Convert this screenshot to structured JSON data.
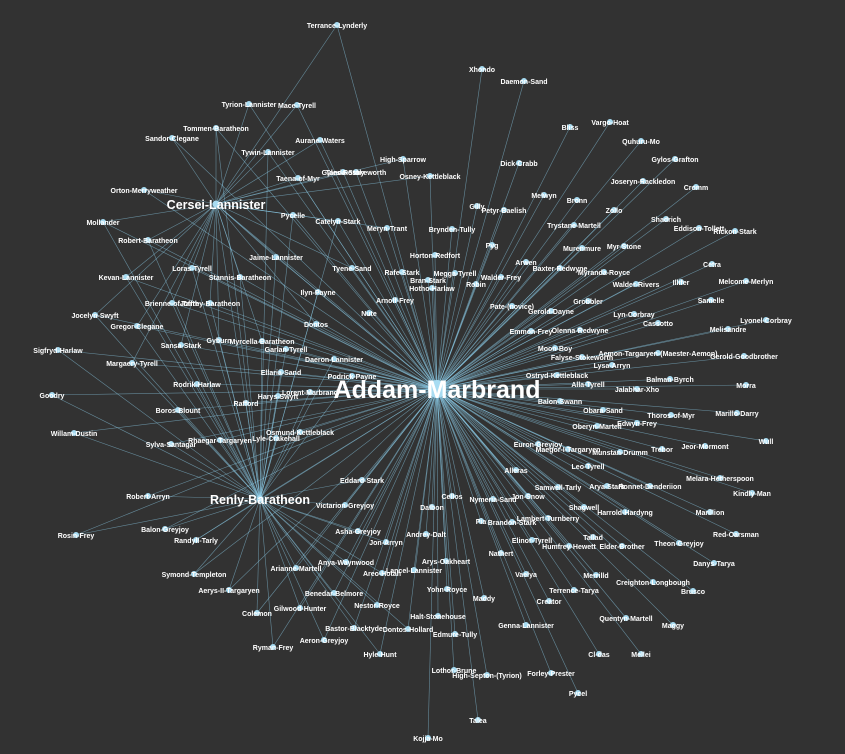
{
  "graph": {
    "colors": {
      "background": "#323232",
      "edge": "#8fd4f0",
      "node": "#a8dcf2",
      "label": "#ffffff"
    },
    "hubs": [
      "Addam-Marbrand",
      "Renly-Baratheon",
      "Cersei-Lannister"
    ],
    "nodes": [
      {
        "id": "Addam-Marbrand",
        "label": "Addam-Marbrand",
        "hub": true
      },
      {
        "id": "Renly-Baratheon",
        "label": "Renly-Baratheon",
        "hub": true
      },
      {
        "id": "Cersei-Lannister",
        "label": "Cersei-Lannister",
        "hub": true
      },
      {
        "id": "Terrance-Lynderly",
        "label": "Terrance-Lynderly"
      },
      {
        "id": "Xhondo",
        "label": "Xhondo"
      },
      {
        "id": "Daemon-Sand",
        "label": "Daemon-Sand"
      },
      {
        "id": "Tyrion-Lannister",
        "label": "Tyrion-Lannister"
      },
      {
        "id": "Mace-Tyrell",
        "label": "Mace-Tyrell"
      },
      {
        "id": "Tommen-Baratheon",
        "label": "Tommen-Baratheon"
      },
      {
        "id": "Sandor-Clegane",
        "label": "Sandor-Clegane"
      },
      {
        "id": "Aurane-Waters",
        "label": "Aurane-Waters"
      },
      {
        "id": "Tywin-Lannister",
        "label": "Tywin-Lannister"
      },
      {
        "id": "High-Sparrow",
        "label": "High-Sparrow"
      },
      {
        "id": "Tanda-Stokeworth",
        "label": "Tanda-Stokeworth"
      },
      {
        "id": "Taena-of-Myr",
        "label": "Taena-of-Myr"
      },
      {
        "id": "Gyles-Rosby",
        "label": "Gyles-Rosby"
      },
      {
        "id": "Osney-Kettleblack",
        "label": "Osney-Kettleblack"
      },
      {
        "id": "Orton-Merryweather",
        "label": "Orton-Merryweather"
      },
      {
        "id": "Mollander",
        "label": "Mollander"
      },
      {
        "id": "Robert-Baratheon",
        "label": "Robert-Baratheon"
      },
      {
        "id": "Pycelle",
        "label": "Pycelle"
      },
      {
        "id": "Catelyn-Stark",
        "label": "Catelyn-Stark"
      },
      {
        "id": "Meryn-Trant",
        "label": "Meryn-Trant"
      },
      {
        "id": "Brynden-Tully",
        "label": "Brynden-Tully"
      },
      {
        "id": "Loras-Tyrell",
        "label": "Loras-Tyrell"
      },
      {
        "id": "Kevan-Lannister",
        "label": "Kevan-Lannister"
      },
      {
        "id": "Jaime-Lannister",
        "label": "Jaime-Lannister"
      },
      {
        "id": "Stannis-Baratheon",
        "label": "Stannis-Baratheon"
      },
      {
        "id": "Tyene-Sand",
        "label": "Tyene-Sand"
      },
      {
        "id": "Rafe-Stark",
        "label": "Rafe-Stark"
      },
      {
        "id": "Horton-Redfort",
        "label": "Horton-Redfort"
      },
      {
        "id": "Bran-Stark",
        "label": "Bran-Stark"
      },
      {
        "id": "Joffrey-Baratheon",
        "label": "Joffrey-Baratheon"
      },
      {
        "id": "Brienne-of-Tarth",
        "label": "Brienne-of-Tarth"
      },
      {
        "id": "Ilyn-Payne",
        "label": "Ilyn-Payne"
      },
      {
        "id": "Arnolf-Frey",
        "label": "Arnolf-Frey"
      },
      {
        "id": "Jocelyn-Swyft",
        "label": "Jocelyn-Swyft"
      },
      {
        "id": "Gregor-Clegane",
        "label": "Gregor-Clegane"
      },
      {
        "id": "Dontos",
        "label": "Dontos"
      },
      {
        "id": "Nute",
        "label": "Nute"
      },
      {
        "id": "Sansa-Stark",
        "label": "Sansa-Stark"
      },
      {
        "id": "Gyburn",
        "label": "Gyburn"
      },
      {
        "id": "Myrcella-Baratheon",
        "label": "Myrcella-Baratheon"
      },
      {
        "id": "Garlan-Tyrell",
        "label": "Garlan-Tyrell"
      },
      {
        "id": "Sigfryd-Harlaw",
        "label": "Sigfryd-Harlaw"
      },
      {
        "id": "Margaery-Tyrell",
        "label": "Margaery-Tyrell"
      },
      {
        "id": "Daeron-Lannister",
        "label": "Daeron-Lannister"
      },
      {
        "id": "Podrick-Payne",
        "label": "Podrick-Payne"
      },
      {
        "id": "Ellaria-Sand",
        "label": "Ellaria-Sand"
      },
      {
        "id": "Rodrik-Harlaw",
        "label": "Rodrik-Harlaw"
      },
      {
        "id": "Goodry",
        "label": "Goodry"
      },
      {
        "id": "Harys-Swyft",
        "label": "Harys-Swyft"
      },
      {
        "id": "Boros-Blount",
        "label": "Boros-Blount"
      },
      {
        "id": "Rafford",
        "label": "Rafford"
      },
      {
        "id": "Lorent-Marbrand",
        "label": "Lorent-Marbrand"
      },
      {
        "id": "Osmund-Kettleblack",
        "label": "Osmund-Kettleblack"
      },
      {
        "id": "Willam-Dustin",
        "label": "Willam-Dustin"
      },
      {
        "id": "Sylva-Santagar",
        "label": "Sylva-Santagar"
      },
      {
        "id": "Rhaegar-Targaryen",
        "label": "Rhaegar-Targaryen"
      },
      {
        "id": "Lyle-Crakehall",
        "label": "Lyle-Crakehall"
      },
      {
        "id": "Balon-Greyjoy",
        "label": "Balon-Greyjoy"
      },
      {
        "id": "Robert-Arryn",
        "label": "Robert-Arryn"
      },
      {
        "id": "Rosin-Frey",
        "label": "Rosin-Frey"
      },
      {
        "id": "Randyll-Tarly",
        "label": "Randyll-Tarly"
      },
      {
        "id": "Symond-Templeton",
        "label": "Symond-Templeton"
      },
      {
        "id": "Aerys-II-Targaryen",
        "label": "Aerys-II-Targaryen"
      },
      {
        "id": "Arianne-Martell",
        "label": "Arianne-Martell"
      },
      {
        "id": "Colemon",
        "label": "Colemon"
      },
      {
        "id": "Gilwood-Hunter",
        "label": "Gilwood-Hunter"
      },
      {
        "id": "Benedar-Belmore",
        "label": "Benedar-Belmore"
      },
      {
        "id": "Anya-Waynwood",
        "label": "Anya-Waynwood"
      },
      {
        "id": "Aeron-Greyjoy",
        "label": "Aeron-Greyjoy"
      },
      {
        "id": "Ryman-Frey",
        "label": "Ryman-Frey"
      },
      {
        "id": "Eddard-Stark",
        "label": "Eddard-Stark"
      },
      {
        "id": "Victarion-Greyjoy",
        "label": "Victarion-Greyjoy"
      },
      {
        "id": "Asha-Greyjoy",
        "label": "Asha-Greyjoy"
      },
      {
        "id": "Jon-Arryn",
        "label": "Jon-Arryn"
      },
      {
        "id": "Areo-Hotah",
        "label": "Areo-Hotah"
      },
      {
        "id": "Lancel-Lannister",
        "label": "Lancel-Lannister"
      },
      {
        "id": "Nestor-Royce",
        "label": "Nestor-Royce"
      },
      {
        "id": "Bastor-Blacktyde",
        "label": "Bastor-Blacktyde"
      },
      {
        "id": "Hyle-Hunt",
        "label": "Hyle-Hunt"
      },
      {
        "id": "Dontos-Hollard",
        "label": "Dontos-Hollard"
      },
      {
        "id": "Halt-Stonehouse",
        "label": "Halt-Stonehouse"
      },
      {
        "id": "Edmure-Tully",
        "label": "Edmure-Tully"
      },
      {
        "id": "Andrey-Dalt",
        "label": "Andrey-Dalt"
      },
      {
        "id": "Arys-Oakheart",
        "label": "Arys-Oakheart"
      },
      {
        "id": "Yohn-Royce",
        "label": "Yohn-Royce"
      },
      {
        "id": "Maddy",
        "label": "Maddy"
      },
      {
        "id": "Lothor-Brune",
        "label": "Lothor-Brune"
      },
      {
        "id": "High-Septon-(Tyrion)",
        "label": "High-Septon-(Tyrion)"
      },
      {
        "id": "Talea",
        "label": "Talea"
      },
      {
        "id": "Kojja-Mo",
        "label": "Kojja-Mo"
      },
      {
        "id": "Dalbon",
        "label": "Dalbon"
      },
      {
        "id": "Cellos",
        "label": "Cellos"
      },
      {
        "id": "Nymeria-Sand",
        "label": "Nymeria-Sand"
      },
      {
        "id": "Jon-Snow",
        "label": "Jon-Snow"
      },
      {
        "id": "Pia",
        "label": "Pia"
      },
      {
        "id": "Brandon-Stark",
        "label": "Brandon-Stark"
      },
      {
        "id": "Nathert",
        "label": "Nathert"
      },
      {
        "id": "Elinor-Tyrell",
        "label": "Elinor-Tyrell"
      },
      {
        "id": "Vaelya",
        "label": "Vaelya"
      },
      {
        "id": "Creator",
        "label": "Creator"
      },
      {
        "id": "Genna-Lannister",
        "label": "Genna-Lannister"
      },
      {
        "id": "Forley-Prester",
        "label": "Forley-Prester"
      },
      {
        "id": "Pycel",
        "label": "Pycel"
      },
      {
        "id": "Cl-das",
        "label": "Cl-das"
      },
      {
        "id": "Terrence-Tarya",
        "label": "Terrence-Tarya"
      },
      {
        "id": "Merrilld",
        "label": "Merrilld"
      },
      {
        "id": "Quentyn-Martell",
        "label": "Quentyn-Martell"
      },
      {
        "id": "Mellei",
        "label": "Mellei"
      },
      {
        "id": "Maggy",
        "label": "Maggy"
      },
      {
        "id": "Creighton-Longbough",
        "label": "Creighton-Longbough"
      },
      {
        "id": "Brusco",
        "label": "Brusco"
      },
      {
        "id": "Danys-Tarya",
        "label": "Danys-Tarya"
      },
      {
        "id": "Theon-Greyjoy",
        "label": "Theon-Greyjoy"
      },
      {
        "id": "Red-Oarsman",
        "label": "Red-Oarsman"
      },
      {
        "id": "Marillion",
        "label": "Marillion"
      },
      {
        "id": "Kindly-Man",
        "label": "Kindly-Man"
      },
      {
        "id": "Melara-Hetherspoon",
        "label": "Melara-Hetherspoon"
      },
      {
        "id": "Humfrey-Hewett",
        "label": "Humfrey-Hewett"
      },
      {
        "id": "Elder-Brother",
        "label": "Elder-Brother"
      },
      {
        "id": "Tallad",
        "label": "Tallad"
      },
      {
        "id": "Harrold-Hardyng",
        "label": "Harrold-Hardyng"
      },
      {
        "id": "Shagwell",
        "label": "Shagwell"
      },
      {
        "id": "Lambert-Turnberry",
        "label": "Lambert-Turnberry"
      },
      {
        "id": "Samwell-Tarly",
        "label": "Samwell-Tarly"
      },
      {
        "id": "Arya-Stark",
        "label": "Arya-Stark"
      },
      {
        "id": "Ronnet-Denderiion",
        "label": "Ronnet-Denderiion"
      },
      {
        "id": "Leo-Tyrell",
        "label": "Leo-Tyrell"
      },
      {
        "id": "Alleras",
        "label": "Alleras"
      },
      {
        "id": "Euron-Greyjoy",
        "label": "Euron-Greyjoy"
      },
      {
        "id": "Maegor-I-Targaryen",
        "label": "Maegor-I-Targaryen"
      },
      {
        "id": "Munstan-Drumm",
        "label": "Munstan-Drumm"
      },
      {
        "id": "Trebor",
        "label": "Trebor"
      },
      {
        "id": "Jeor-Mormont",
        "label": "Jeor-Mormont"
      },
      {
        "id": "Wull",
        "label": "Wull"
      },
      {
        "id": "Oberyn-Martell",
        "label": "Oberyn-Martell"
      },
      {
        "id": "Edwyn-Frey",
        "label": "Edwyn-Frey"
      },
      {
        "id": "Thoros-of-Myr",
        "label": "Thoros-of-Myr"
      },
      {
        "id": "Marillo-Darry",
        "label": "Marillo-Darry"
      },
      {
        "id": "Obara-Sand",
        "label": "Obara-Sand"
      },
      {
        "id": "Balon-Swann",
        "label": "Balon-Swann"
      },
      {
        "id": "Alla-Tyrell",
        "label": "Alla-Tyrell"
      },
      {
        "id": "Jalabhar-Xho",
        "label": "Jalabhar-Xho"
      },
      {
        "id": "Morra",
        "label": "Morra"
      },
      {
        "id": "Balman-Byrch",
        "label": "Balman-Byrch"
      },
      {
        "id": "Ostryd-Kettleblack",
        "label": "Ostryd-Kettleblack"
      },
      {
        "id": "Lysa-Arryn",
        "label": "Lysa-Arryn"
      },
      {
        "id": "Falyse-Stokeworth",
        "label": "Falyse-Stokeworth"
      },
      {
        "id": "Aemon-Targaryen-(Maester-Aemon)",
        "label": "Aemon-Targaryen-(Maester-Aemon)"
      },
      {
        "id": "Gerold-Goodbrother",
        "label": "Gerold-Goodbrother"
      },
      {
        "id": "Moon-Boy",
        "label": "Moon-Boy"
      },
      {
        "id": "Emmon-Frey",
        "label": "Emmon-Frey"
      },
      {
        "id": "Olenna-Redwyne",
        "label": "Olenna-Redwyne"
      },
      {
        "id": "Melisandre",
        "label": "Melisandre"
      },
      {
        "id": "Lyonel-Corbray",
        "label": "Lyonel-Corbray"
      },
      {
        "id": "Lyn-Corbray",
        "label": "Lyn-Corbray"
      },
      {
        "id": "Cassotto",
        "label": "Cassotto"
      },
      {
        "id": "Samelle",
        "label": "Samelle"
      },
      {
        "id": "Gerold-Dayne",
        "label": "Gerold-Dayne"
      },
      {
        "id": "Grobbler",
        "label": "Grobbler"
      },
      {
        "id": "Pate-(novice)",
        "label": "Pate-(novice)"
      },
      {
        "id": "Walder-Rivers",
        "label": "Walder-Rivers"
      },
      {
        "id": "Illifer",
        "label": "Illifer"
      },
      {
        "id": "Melcome-Merlyn",
        "label": "Melcome-Merlyn"
      },
      {
        "id": "Cetra",
        "label": "Cetra"
      },
      {
        "id": "Myranda-Royce",
        "label": "Myranda-Royce"
      },
      {
        "id": "Baxter-Redwyne",
        "label": "Baxter-Redwyne"
      },
      {
        "id": "Arwen",
        "label": "Arwen"
      },
      {
        "id": "Walder-Frey",
        "label": "Walder-Frey"
      },
      {
        "id": "Megga-Tyrell",
        "label": "Megga-Tyrell"
      },
      {
        "id": "Robin",
        "label": "Robin"
      },
      {
        "id": "Hotho-Harlaw",
        "label": "Hotho-Harlaw"
      },
      {
        "id": "Murenmure",
        "label": "Murenmure"
      },
      {
        "id": "Myr-Stone",
        "label": "Myr-Stone"
      },
      {
        "id": "Eddison-Tollett",
        "label": "Eddison-Tollett"
      },
      {
        "id": "Rickon-Stark",
        "label": "Rickon-Stark"
      },
      {
        "id": "Shadrich",
        "label": "Shadrich"
      },
      {
        "id": "Zollo",
        "label": "Zollo"
      },
      {
        "id": "Trystane-Martell",
        "label": "Trystane-Martell"
      },
      {
        "id": "Bronn",
        "label": "Bronn"
      },
      {
        "id": "Pyg",
        "label": "Pyg"
      },
      {
        "id": "Petyr-Baelish",
        "label": "Petyr-Baelish"
      },
      {
        "id": "Gilly",
        "label": "Gilly"
      },
      {
        "id": "Melwyn",
        "label": "Melwyn"
      },
      {
        "id": "Dick-Crabb",
        "label": "Dick-Crabb"
      },
      {
        "id": "Bliss",
        "label": "Bliss"
      },
      {
        "id": "Vargo-Hoat",
        "label": "Vargo-Hoat"
      },
      {
        "id": "Quhuru-Mo",
        "label": "Quhuru-Mo"
      },
      {
        "id": "Gylos-Grafton",
        "label": "Gylos-Grafton"
      },
      {
        "id": "Joseryn-Rackledon",
        "label": "Joseryn-Rackledon"
      },
      {
        "id": "Cromm",
        "label": "Cromm"
      }
    ]
  }
}
